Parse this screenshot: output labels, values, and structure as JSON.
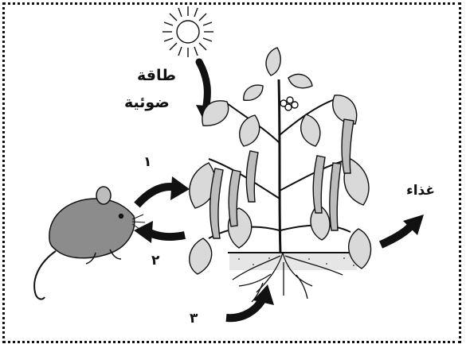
{
  "labels": {
    "light_line1": "طاقة",
    "light_line2": "ضوئية",
    "food": "غذاء",
    "num1": "١",
    "num2": "٢",
    "num3": "٣"
  },
  "colors": {
    "ink": "#111111",
    "paper": "#ffffff",
    "leaf_fill": "#d9d9d9",
    "soil": "#bfbfbf"
  },
  "icons": [
    "sun-icon",
    "plant-illustration",
    "mouse-illustration",
    "arrow-icon"
  ]
}
